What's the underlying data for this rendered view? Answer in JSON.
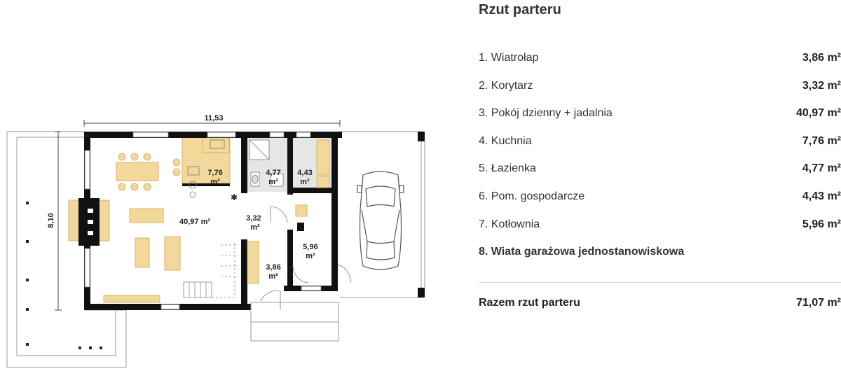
{
  "plan": {
    "dimension_width": "11,53",
    "dimension_depth": "8,10",
    "rooms": [
      {
        "value": "40,97 m²"
      },
      {
        "value": "7,76",
        "unit": "m²"
      },
      {
        "value": "4,77",
        "unit": "m²"
      },
      {
        "value": "4,43",
        "unit": "m²"
      },
      {
        "value": "3,32",
        "unit": "m²"
      },
      {
        "value": "5,96",
        "unit": "m²"
      },
      {
        "value": "3,86",
        "unit": "m²"
      }
    ]
  },
  "panel": {
    "title": "Rzut parteru",
    "rooms": [
      {
        "name": "1. Wiatrołap",
        "area": "3,86 m²"
      },
      {
        "name": "2. Korytarz",
        "area": "3,32 m²"
      },
      {
        "name": "3. Pokój dzienny + jadalnia",
        "area": "40,97 m²"
      },
      {
        "name": "4. Kuchnia",
        "area": "7,76 m²"
      },
      {
        "name": "5. Łazienka",
        "area": "4,77 m²"
      },
      {
        "name": "6. Pom. gospodarcze",
        "area": "4,43 m²"
      },
      {
        "name": "7. Kotłownia",
        "area": "5,96 m²"
      },
      {
        "name": "8. Wiata garażowa jednostanowiskowa",
        "area": ""
      }
    ],
    "total_label": "Razem rzut parteru",
    "total_area": "71,07 m²"
  },
  "colors": {
    "wall": "#111111",
    "furniture": "#f2d89b",
    "furniture_stroke": "#d8b566",
    "bathroom_floor": "#e6e6e6",
    "outline": "#9a9a9a"
  }
}
